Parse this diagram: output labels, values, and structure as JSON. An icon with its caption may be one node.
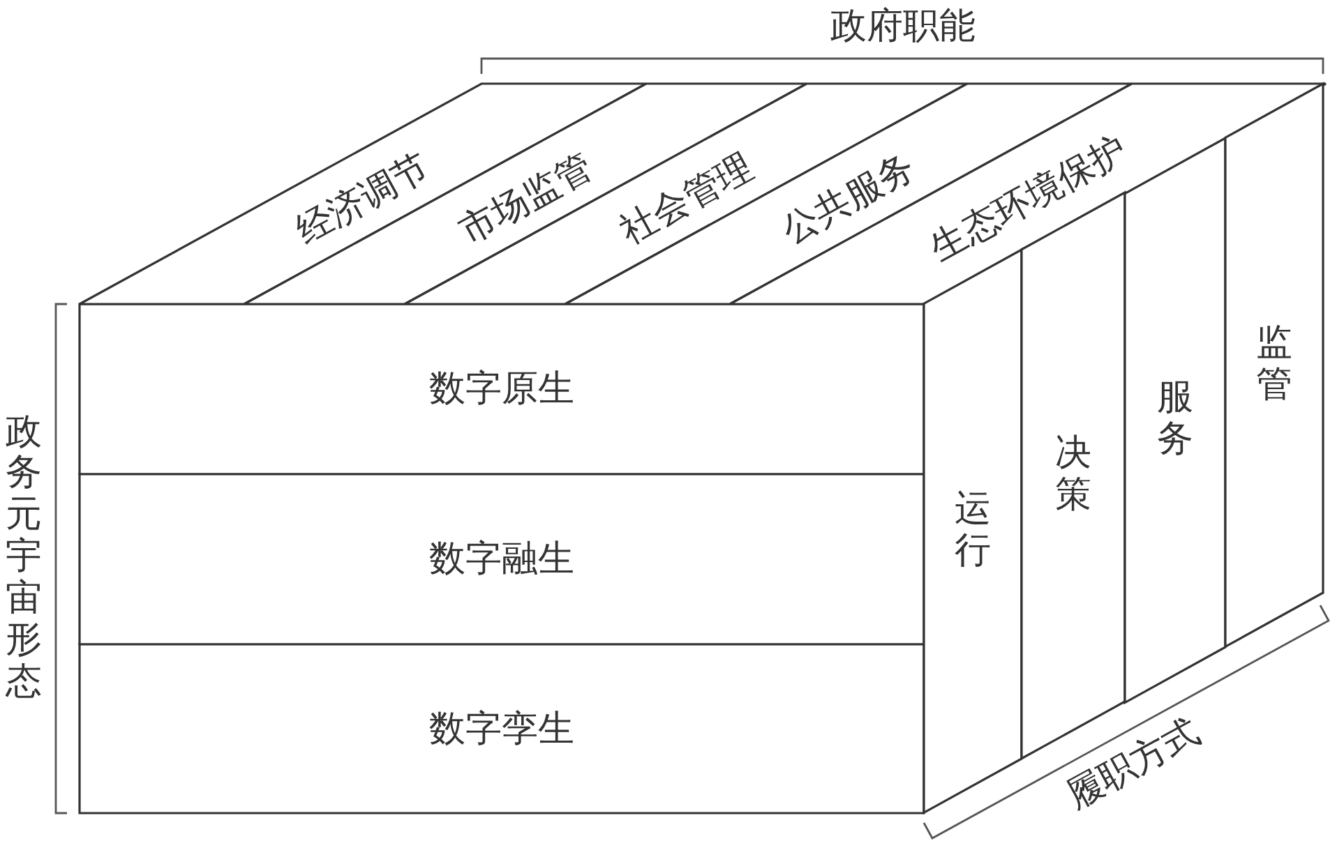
{
  "diagram": {
    "title": "政府职能",
    "nodes": [
      {
        "text": [
          "数字原生"
        ]
      },
      {
        "text": [
          "数字融生"
        ]
      },
      {
        "text": [
          "数字孪生"
        ]
      },
      {
        "text": [
          "经济调节"
        ]
      },
      {
        "text": [
          "市场监管"
        ]
      },
      {
        "text": [
          "社会管理"
        ]
      },
      {
        "text": [
          "公共服务"
        ]
      },
      {
        "text": [
          "生态环境保护"
        ]
      },
      {
        "text": [
          "运行"
        ]
      },
      {
        "text": [
          "决策"
        ]
      },
      {
        "text": [
          "服务"
        ]
      },
      {
        "text": [
          "监管"
        ]
      }
    ],
    "edges": [],
    "labels": [
      "政务元宇宙形态",
      "履职方式"
    ]
  }
}
